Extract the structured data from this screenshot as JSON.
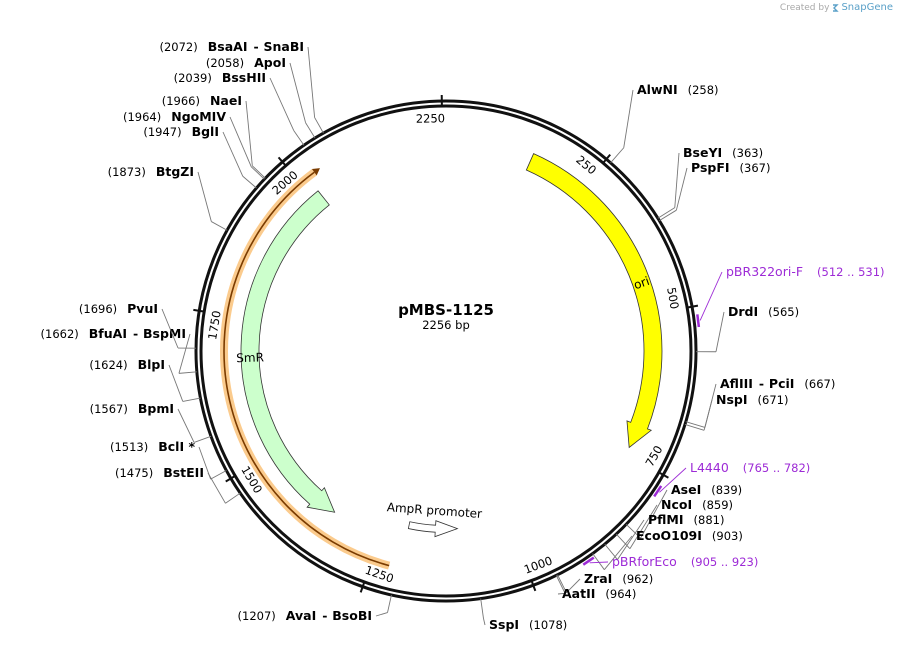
{
  "credit": {
    "created_by": "Created by",
    "brand": "SnapGene"
  },
  "map": {
    "name": "pMBS-1125",
    "length_label": "2256 bp",
    "length": 2256,
    "ticks": [
      {
        "pos": 250,
        "label": "250"
      },
      {
        "pos": 500,
        "label": "500"
      },
      {
        "pos": 750,
        "label": "750"
      },
      {
        "pos": 1000,
        "label": "1000"
      },
      {
        "pos": 1250,
        "label": "1250"
      },
      {
        "pos": 1500,
        "label": "1500"
      },
      {
        "pos": 1750,
        "label": "1750"
      },
      {
        "pos": 2000,
        "label": "2000"
      },
      {
        "pos": 2250,
        "label": "2250"
      }
    ],
    "features": [
      {
        "label": "ori",
        "start": 150,
        "end": 738,
        "strand": "+",
        "color": "#ffff00"
      },
      {
        "label": "SmR",
        "start": 1345,
        "end": 2014,
        "strand": "-",
        "color": "#ccffcc"
      },
      {
        "label": "AmpR promoter",
        "start": 1105,
        "end": 1203,
        "strand": "-",
        "color": "#ffffff"
      }
    ],
    "highlight": {
      "start": 1221,
      "end": 2028,
      "color": "#f7a130"
    },
    "primers": [
      {
        "name": "pBR322ori-F",
        "range": "(512 .. 531)",
        "pos": 521
      },
      {
        "name": "L4440",
        "range": "(765 .. 782)",
        "pos": 774
      },
      {
        "name": "pBRforEco",
        "range": "(905 .. 923)",
        "pos": 914
      }
    ],
    "sites": [
      {
        "names": [
          "AlwNI"
        ],
        "pos": "(258)",
        "at": 258,
        "side": "R"
      },
      {
        "names": [
          "BseYI"
        ],
        "pos": "(363)",
        "at": 363,
        "side": "R"
      },
      {
        "names": [
          "PspFI"
        ],
        "pos": "(367)",
        "at": 367,
        "side": "R"
      },
      {
        "names": [
          "DrdI"
        ],
        "pos": "(565)",
        "at": 565,
        "side": "R"
      },
      {
        "names": [
          "AflIII",
          "PciI"
        ],
        "pos": "(667)",
        "at": 667,
        "side": "R"
      },
      {
        "names": [
          "NspI"
        ],
        "pos": "(671)",
        "at": 671,
        "side": "R"
      },
      {
        "names": [
          "AseI"
        ],
        "pos": "(839)",
        "at": 839,
        "side": "R"
      },
      {
        "names": [
          "NcoI"
        ],
        "pos": "(859)",
        "at": 859,
        "side": "R"
      },
      {
        "names": [
          "PflMI"
        ],
        "pos": "(881)",
        "at": 881,
        "side": "R"
      },
      {
        "names": [
          "EcoO109I"
        ],
        "pos": "(903)",
        "at": 903,
        "side": "R"
      },
      {
        "names": [
          "ZraI"
        ],
        "pos": "(962)",
        "at": 962,
        "side": "R"
      },
      {
        "names": [
          "AatII"
        ],
        "pos": "(964)",
        "at": 964,
        "side": "R"
      },
      {
        "names": [
          "SspI"
        ],
        "pos": "(1078)",
        "at": 1078,
        "side": "R"
      },
      {
        "names": [
          "AvaI",
          "BsoBI"
        ],
        "pos": "(1207)",
        "at": 1207,
        "side": "L"
      },
      {
        "names": [
          "BstEII"
        ],
        "pos": "(1475)",
        "at": 1475,
        "side": "L"
      },
      {
        "names": [
          "BclI *"
        ],
        "pos": "(1513)",
        "at": 1513,
        "side": "L"
      },
      {
        "names": [
          "BpmI"
        ],
        "pos": "(1567)",
        "at": 1567,
        "side": "L"
      },
      {
        "names": [
          "BlpI"
        ],
        "pos": "(1624)",
        "at": 1624,
        "side": "L"
      },
      {
        "names": [
          "BfuAI",
          "BspMI"
        ],
        "pos": "(1662)",
        "at": 1662,
        "side": "L"
      },
      {
        "names": [
          "PvuI"
        ],
        "pos": "(1696)",
        "at": 1696,
        "side": "L"
      },
      {
        "names": [
          "BtgZI"
        ],
        "pos": "(1873)",
        "at": 1873,
        "side": "L"
      },
      {
        "names": [
          "BglI"
        ],
        "pos": "(1947)",
        "at": 1947,
        "side": "L"
      },
      {
        "names": [
          "NgoMIV"
        ],
        "pos": "(1964)",
        "at": 1964,
        "side": "L"
      },
      {
        "names": [
          "NaeI"
        ],
        "pos": "(1966)",
        "at": 1966,
        "side": "L"
      },
      {
        "names": [
          "BssHII"
        ],
        "pos": "(2039)",
        "at": 2039,
        "side": "L"
      },
      {
        "names": [
          "ApoI"
        ],
        "pos": "(2058)",
        "at": 2058,
        "side": "L"
      },
      {
        "names": [
          "BsaAI",
          "SnaBI"
        ],
        "pos": "(2072)",
        "at": 2072,
        "side": "L"
      }
    ]
  }
}
